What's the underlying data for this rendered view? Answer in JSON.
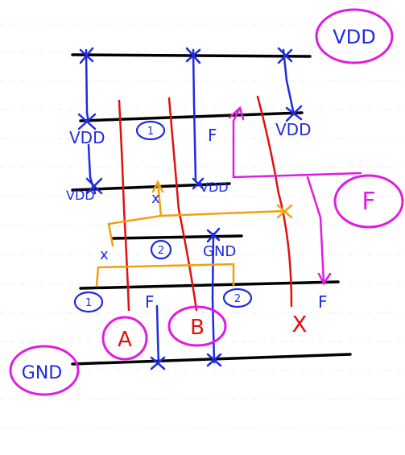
{
  "labels": {
    "vdd_top": "VDD",
    "vdd_left": "VDD",
    "cell_1": "1",
    "f_top": "F",
    "vdd_right": "VDD",
    "vdd_row2": "VDD",
    "x_row2": "x",
    "vdd_row2b": "VDD",
    "f_circle": "F",
    "x_row3": "x",
    "cell_2": "2",
    "gnd_row3": "GND",
    "cell_3": "1",
    "f_bottom": "F",
    "b_circle": "B",
    "cell_4": "2",
    "f_right": "F",
    "a_circle": "A",
    "x_bottom": "X",
    "gnd_bottom": "GND"
  },
  "colors": {
    "rail": "#000000",
    "blue": "#1f2be0",
    "red": "#e01010",
    "magenta": "#e01ce0",
    "orange": "#f0a010",
    "grid": "#e6e6e6"
  }
}
